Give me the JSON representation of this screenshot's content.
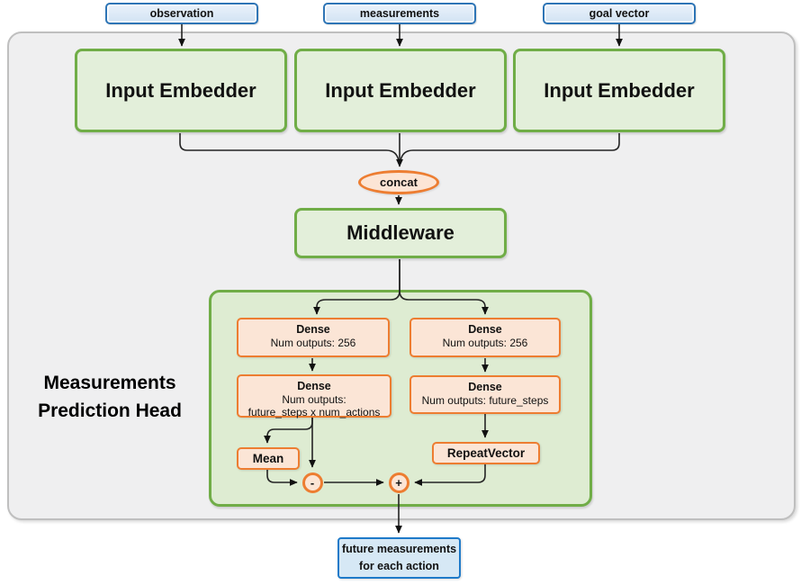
{
  "diagram": {
    "title": "Measurements Prediction Head architecture",
    "inputs": [
      {
        "label": "observation"
      },
      {
        "label": "measurements"
      },
      {
        "label": "goal vector"
      }
    ],
    "embedders": [
      {
        "label": "Input Embedder"
      },
      {
        "label": "Input Embedder"
      },
      {
        "label": "Input Embedder"
      }
    ],
    "concat_label": "concat",
    "middleware_label": "Middleware",
    "head_label": "Measurements\nPrediction Head",
    "dense_blocks": [
      {
        "title": "Dense",
        "subtitle": "Num outputs: 256"
      },
      {
        "title": "Dense",
        "subtitle": "Num outputs: 256"
      },
      {
        "title": "Dense",
        "subtitle": "Num outputs:\nfuture_steps x num_actions"
      },
      {
        "title": "Dense",
        "subtitle": "Num outputs: future_steps"
      }
    ],
    "mean_label": "Mean",
    "repeat_vector_label": "RepeatVector",
    "ops": {
      "minus": "-",
      "plus": "+"
    },
    "output_label": "future measurements\nfor each action",
    "colors": {
      "green_border": "#70ad47",
      "green_fill": "#e3efda",
      "green_container_fill": "#deecd2",
      "orange_border": "#ed7d31",
      "orange_fill": "#fbe5d6",
      "blue_border": "#2e75b6",
      "blue_output_border": "#1e7ac9",
      "blue_fill": "#dbe8f6",
      "container_fill": "#efeff0",
      "container_border": "#bfbfbf",
      "wire": "#242424"
    }
  }
}
